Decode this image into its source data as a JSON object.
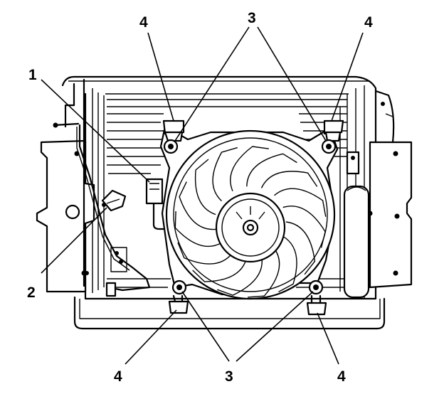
{
  "figure": {
    "callouts": {
      "c1": "1",
      "c2": "2",
      "c3_top": "3",
      "c3_bottom": "3",
      "c4_top_left": "4",
      "c4_top_right": "4",
      "c4_bottom_left": "4",
      "c4_bottom_right": "4"
    },
    "colors": {
      "line": "#000000",
      "background": "#ffffff"
    }
  }
}
